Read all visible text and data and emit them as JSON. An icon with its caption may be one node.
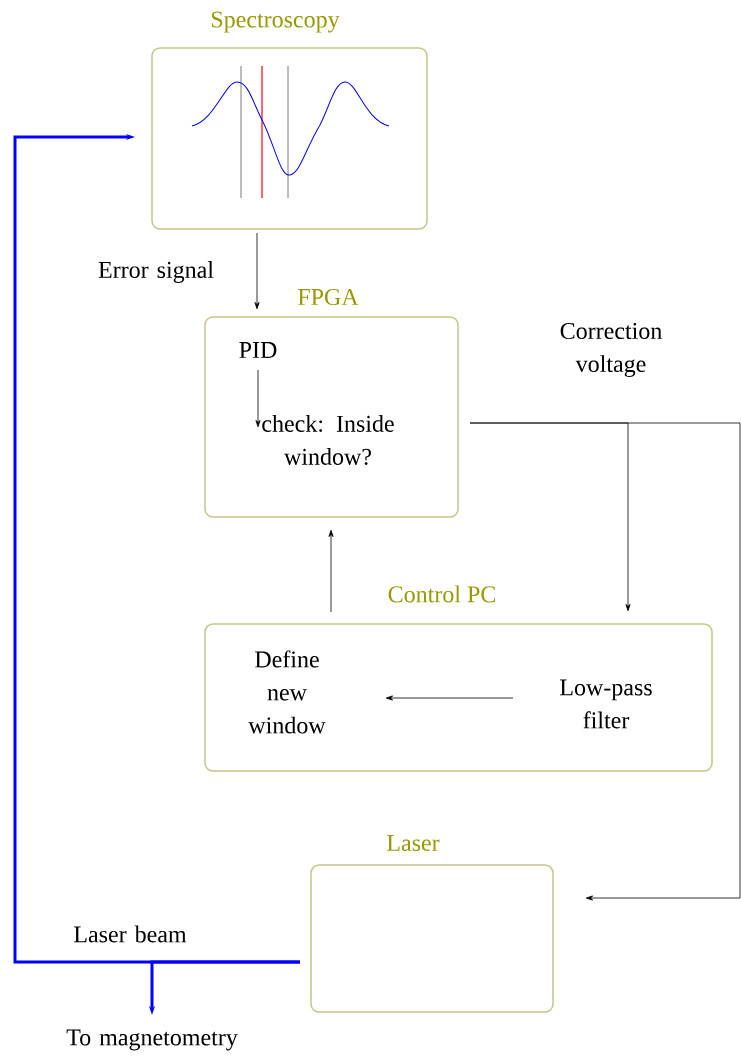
{
  "diagram": {
    "nodes": [
      {
        "text": [
          "Spectroscopy"
        ]
      },
      {
        "text": [
          "FPGA"
        ]
      },
      {
        "text": [
          "PID"
        ],
        "in": 1
      },
      {
        "text": [
          "check: Inside window?"
        ],
        "in": 1
      },
      {
        "text": [
          "Control PC"
        ]
      },
      {
        "text": [
          "Define new window"
        ],
        "in": 4
      },
      {
        "text": [
          "Low-pass filter"
        ],
        "in": 4
      },
      {
        "text": [
          "Laser"
        ]
      },
      {
        "text": [
          "To magnetometry"
        ]
      }
    ],
    "edges": [
      {
        "from": 0,
        "to": 1,
        "arrow": "to",
        "label": "Error signal"
      },
      {
        "from": 2,
        "to": 3,
        "arrow": "to"
      },
      {
        "from": 1,
        "to": 4,
        "arrow": "to",
        "label": "Correction voltage"
      },
      {
        "from": 1,
        "to": 7,
        "arrow": "to"
      },
      {
        "from": 6,
        "to": 5,
        "arrow": "to"
      },
      {
        "from": 4,
        "to": 1,
        "arrow": "to"
      },
      {
        "from": 7,
        "to": 0,
        "arrow": "to",
        "label": "Laser beam",
        "style": "thick",
        "color": "#0000ff"
      },
      {
        "from": 7,
        "to": 8,
        "arrow": "to",
        "style": "thick",
        "color": "#0000ff"
      }
    ]
  }
}
